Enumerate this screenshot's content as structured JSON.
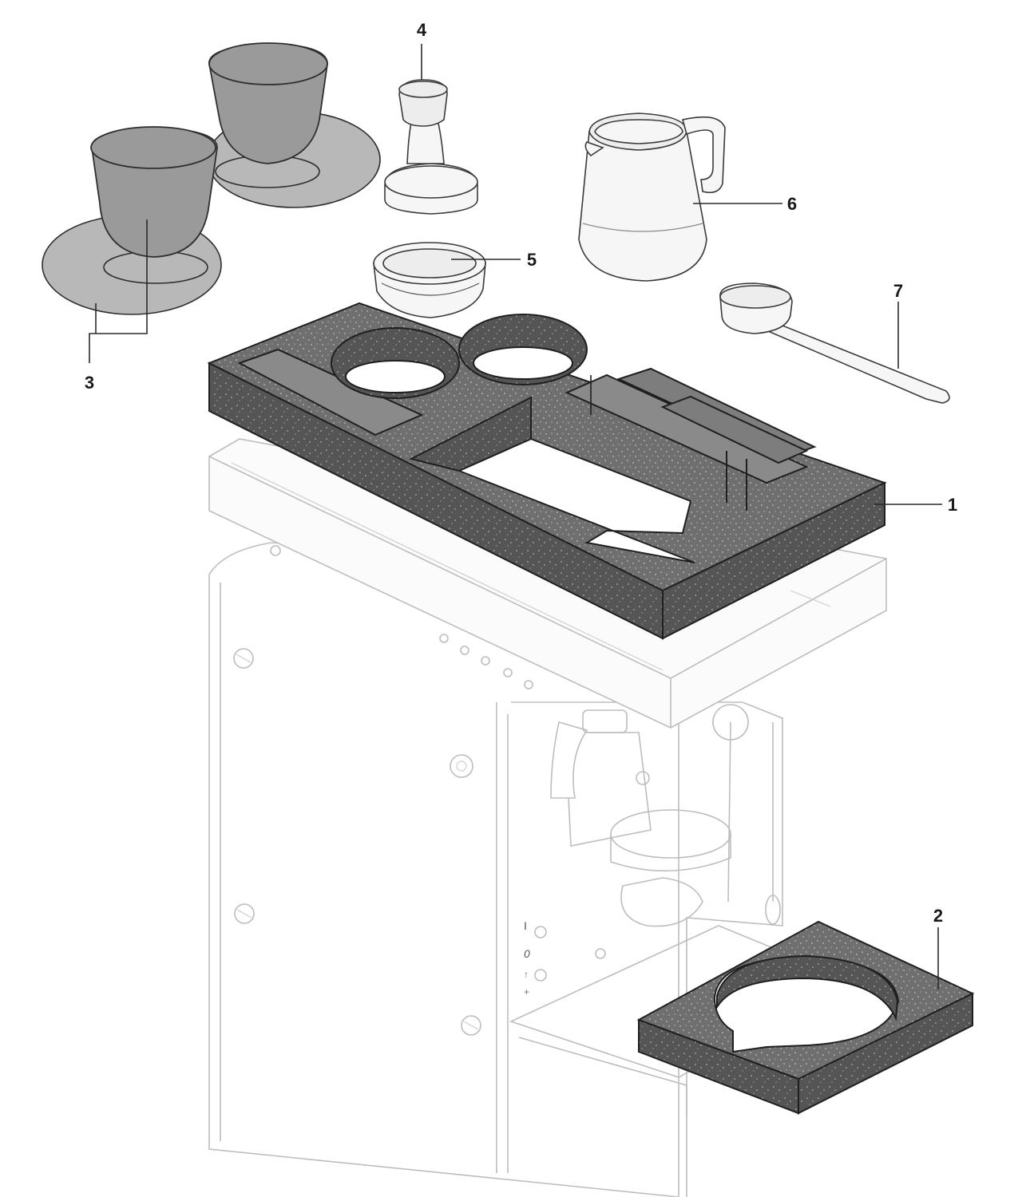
{
  "callouts": {
    "c1": "1",
    "c2": "2",
    "c3": "3",
    "c4": "4",
    "c5": "5",
    "c6": "6",
    "c7": "7"
  },
  "panel_symbols": [
    "I",
    "0",
    "↑",
    "+"
  ],
  "colors": {
    "foam": "#6b6b6b",
    "foam_dark": "#4f4f4f",
    "machine_outline": "#bdbdbd",
    "cup_grey": "#9a9a9a"
  }
}
